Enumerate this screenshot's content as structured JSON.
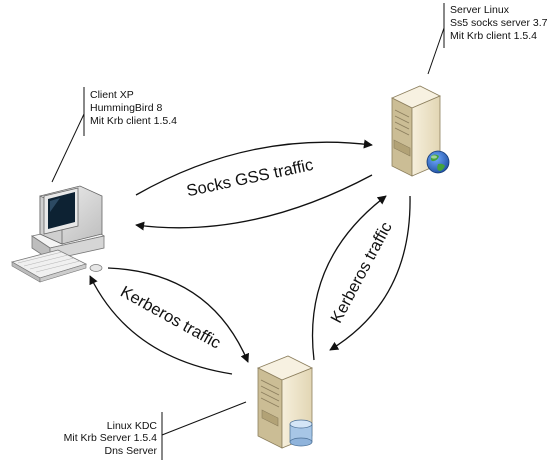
{
  "nodes": {
    "client": {
      "icon": "desktop-computer-icon",
      "lines": [
        "Client XP",
        "HummingBird 8",
        "Mit Krb client 1.5.4"
      ]
    },
    "server": {
      "icon": "server-globe-icon",
      "lines": [
        "Server Linux",
        "Ss5 socks server 3.7",
        "Mit Krb client 1.5.4"
      ]
    },
    "kdc": {
      "icon": "server-database-icon",
      "lines": [
        "Linux KDC",
        "Mit Krb Server 1.5.4",
        "Dns Server"
      ]
    }
  },
  "links": {
    "socks": {
      "label": "Socks GSS traffic",
      "direction": "bidirectional"
    },
    "client_kdc": {
      "label": "Kerberos traffic",
      "direction": "bidirectional"
    },
    "server_kdc": {
      "label": "Kerberos traffic",
      "direction": "bidirectional"
    }
  },
  "colors": {
    "server_case": "#ede4cc",
    "server_side": "#c9bb93",
    "monitor_case": "#dedede",
    "screen": "#0d2233",
    "globe": "#1e5fb8",
    "globe_land": "#43a33b",
    "database": "#a7c6e6",
    "line": "#111111"
  }
}
